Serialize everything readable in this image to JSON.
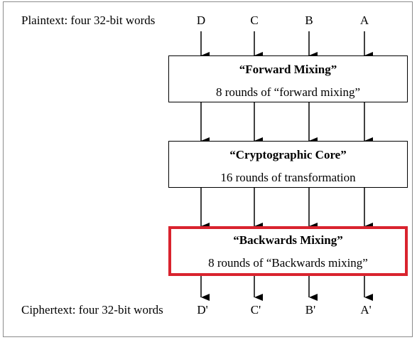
{
  "plaintext_label": "Plaintext: four 32-bit words",
  "ciphertext_label": "Ciphertext: four 32-bit words",
  "inputs": [
    "D",
    "C",
    "B",
    "A"
  ],
  "outputs": [
    "D'",
    "C'",
    "B'",
    "A'"
  ],
  "stages": [
    {
      "title": "“Forward Mixing”",
      "subtitle": "8 rounds of “forward mixing”"
    },
    {
      "title": "“Cryptographic Core”",
      "subtitle": "16 rounds of transformation"
    },
    {
      "title": "“Backwards Mixing”",
      "subtitle": "8 rounds of “Backwards mixing”"
    }
  ],
  "colors": {
    "highlight": "#d9232e",
    "frame": "#8c8c8c",
    "ink": "#000000"
  }
}
